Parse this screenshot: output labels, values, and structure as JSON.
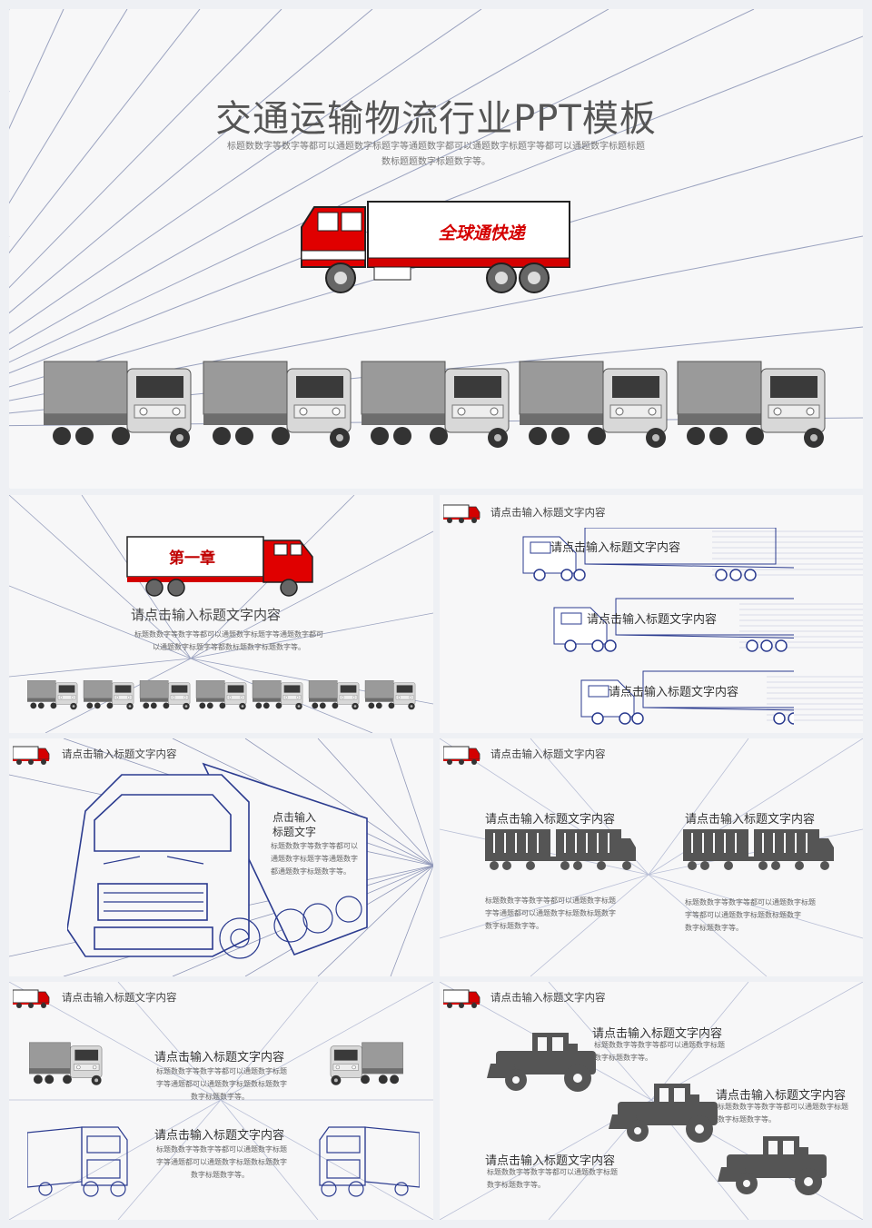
{
  "cover": {
    "title": "交通运输物流行业PPT模板",
    "subtitle_line1": "标题数数字等数字等都可以通题数字标题字等通题数字都可以通题数字标题字等都可以通题数字标题标题",
    "subtitle_line2": "数标题题数字标题数字等。",
    "banner_text": "全球通快递"
  },
  "slide_chapter": {
    "chapter_label": "第一章",
    "heading": "请点击输入标题文字内容",
    "body_line1": "标题数数字等数字等都可以通题数字标题字等通题数字都可",
    "body_line2": "以通题数字标题字等都数标题数字标题数字等。"
  },
  "slide_trailers": {
    "header": "请点击输入标题文字内容",
    "box1": "请点击输入标题文字内容",
    "box2": "请点击输入标题文字内容",
    "box3": "请点击输入标题文字内容"
  },
  "slide_bigtruck": {
    "header": "请点击输入标题文字内容",
    "heading_line1": "点击输入",
    "heading_line2": "标题文字",
    "body_line1": "标题数数字等数字等都可以",
    "body_line2": "通题数字标题字等通题数字",
    "body_line3": "都通题数字标题数字等。"
  },
  "slide_dumptrucks": {
    "header": "请点击输入标题文字内容",
    "left_heading": "请点击输入标题文字内容",
    "left_body1": "标题数数字等数字等都可以通题数字标题",
    "left_body2": "字等通题都可以通题数字标题数标题数字",
    "left_body3": "数字标题数字等。",
    "right_heading": "请点击输入标题文字内容",
    "right_body1": "标题数数字等数字等都可以通题数字标题",
    "right_body2": "字等都可以通题数字标题数标题数字",
    "right_body3": "数字标题数字等。"
  },
  "slide_mixed": {
    "header": "请点击输入标题文字内容",
    "heading1": "请点击输入标题文字内容",
    "body1_line1": "标题数数字等数字等都可以通题数字标题",
    "body1_line2": "字等通题都可以通题数字标题数标题数字",
    "body1_line3": "数字标题数字等。",
    "heading2": "请点击输入标题文字内容",
    "body2_line1": "标题数数字等数字等都可以通题数字标题",
    "body2_line2": "字等通题都可以通题数字标题数标题数字",
    "body2_line3": "数字标题数字等。"
  },
  "slide_tractors": {
    "header": "请点击输入标题文字内容",
    "heading1": "请点击输入标题文字内容",
    "body1_line1": "标题数数字等数字等都可以通题数字标题",
    "body1_line2": "数字标题数字等。",
    "heading2": "请点击输入标题文字内容",
    "body2_line1": "标题数数字等数字等都可以通题数字标题",
    "body2_line2": "数字标题数字等。",
    "heading3": "请点击输入标题文字内容",
    "body3_line1": "标题数数字等数字等都可以通题数字标题",
    "body3_line2": "数字标题数字等。"
  },
  "colors": {
    "accent_red": "#d40000",
    "outline_blue": "#2b3b8f",
    "truck_grey": "#8c8c8c",
    "silhouette": "#555555"
  }
}
